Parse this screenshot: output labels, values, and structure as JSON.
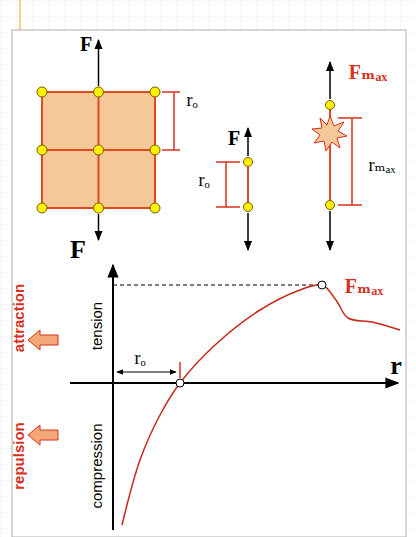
{
  "diagram": {
    "labels": [
      "F",
      "rₒ",
      "F",
      "F",
      "rₒ",
      "Fₘₐₓ",
      "rₘₐₓ",
      "Fₘₐₓ",
      "attraction",
      "tension",
      "rₒ",
      "r",
      "repulsion",
      "compression"
    ]
  }
}
